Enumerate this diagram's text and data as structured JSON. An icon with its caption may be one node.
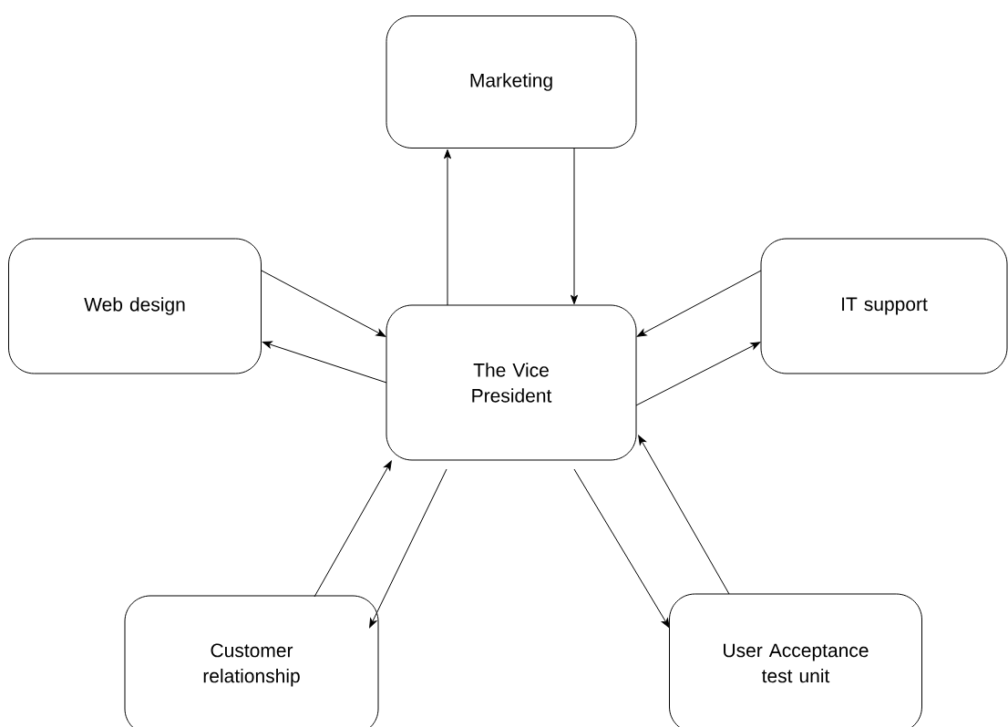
{
  "diagram": {
    "nodes": [
      {
        "text": [
          "Marketing"
        ]
      },
      {
        "text": [
          "Web design"
        ]
      },
      {
        "text": [
          "IT support"
        ]
      },
      {
        "text": [
          "The Vice President"
        ]
      },
      {
        "text": [
          "Customer relationship"
        ]
      },
      {
        "text": [
          "User Acceptance test unit"
        ]
      }
    ],
    "edges": [
      {
        "from": 3,
        "to": 0,
        "arrow": "to"
      },
      {
        "from": 0,
        "to": 3,
        "arrow": "to"
      },
      {
        "from": 1,
        "to": 3,
        "arrow": "to"
      },
      {
        "from": 3,
        "to": 1,
        "arrow": "to"
      },
      {
        "from": 2,
        "to": 3,
        "arrow": "to"
      },
      {
        "from": 3,
        "to": 2,
        "arrow": "to"
      },
      {
        "from": 4,
        "to": 3,
        "arrow": "to"
      },
      {
        "from": 3,
        "to": 4,
        "arrow": "to"
      },
      {
        "from": 3,
        "to": 5,
        "arrow": "to"
      },
      {
        "from": 5,
        "to": 3,
        "arrow": "to"
      }
    ]
  }
}
